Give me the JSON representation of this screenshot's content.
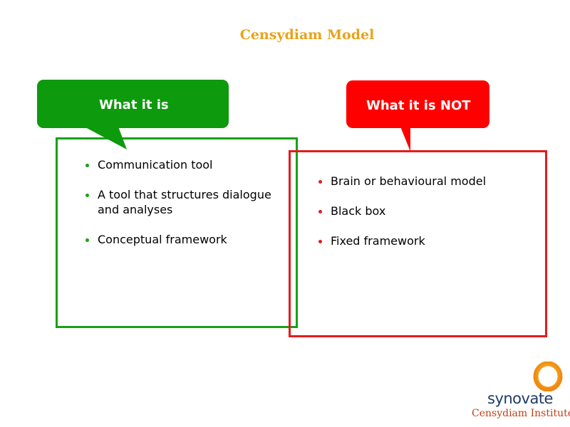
{
  "slide": {
    "title": "Censydiam Model",
    "colors": {
      "title": "#e8a317",
      "green": "#0d9a0d",
      "red": "#ff0000"
    }
  },
  "what_it_is": {
    "label": "What it is",
    "items": [
      "Communication tool",
      "A tool that structures dialogue and analyses",
      "Conceptual framework"
    ]
  },
  "what_it_is_not": {
    "label": "What it is NOT",
    "items": [
      "Brain or behavioural model",
      "Black box",
      "Fixed framework"
    ]
  },
  "logo": {
    "brand": "synovate",
    "subtitle": "Censydiam Institute",
    "icon": "ring-logo-icon"
  }
}
